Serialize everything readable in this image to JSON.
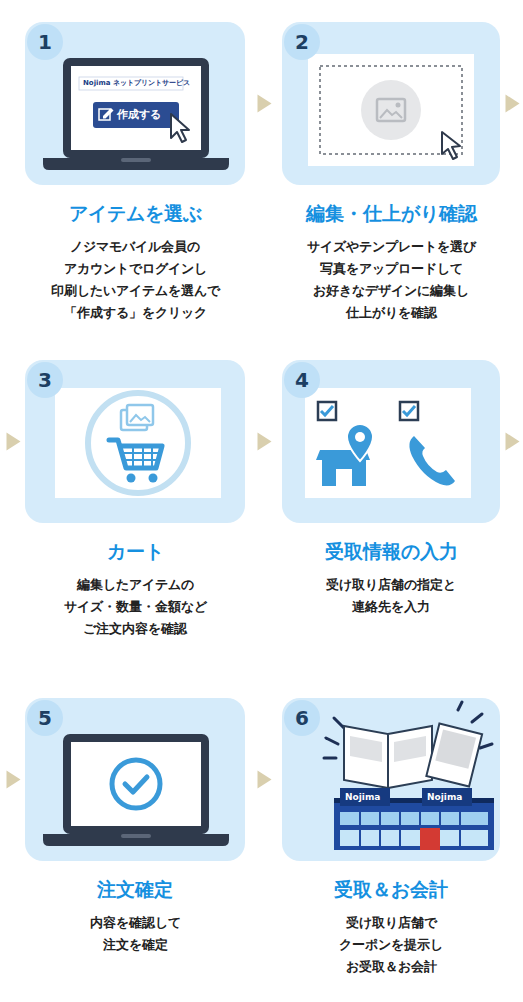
{
  "diagram": {
    "nodes": [
      {
        "text": [
          "1",
          "アイテムを選ぶ",
          "ノジマモバイル会員の アカウントでログインし 印刷したいアイテムを選んで 「作成する」をクリック"
        ]
      },
      {
        "text": [
          "2",
          "編集・仕上がり確認",
          "サイズやテンプレートを選び 写真をアップロードして お好きなデザインに編集し 仕上がりを確認"
        ]
      },
      {
        "text": [
          "3",
          "カート",
          "編集したアイテムの サイズ・数量・金額など ご注文内容を確認"
        ]
      },
      {
        "text": [
          "4",
          "受取情報の入力",
          "受け取り店舗の指定と 連絡先を入力"
        ]
      },
      {
        "text": [
          "5",
          "注文確定",
          "内容を確認して 注文を確定"
        ]
      },
      {
        "text": [
          "6",
          "受取＆お会計",
          "受け取り店舗で クーポンを提示し お受取＆お会計"
        ]
      }
    ],
    "edges": [
      {
        "from": 0,
        "to": 1,
        "arrow": "to"
      },
      {
        "from": 1,
        "to": 2,
        "arrow": "to"
      },
      {
        "from": 2,
        "to": 3,
        "arrow": "to"
      },
      {
        "from": 3,
        "to": 4,
        "arrow": "to"
      },
      {
        "from": 4,
        "to": 5,
        "arrow": "to"
      }
    ],
    "labels": [
      "Nojima ネットプリントサービス",
      "作成する",
      "Nojima",
      "Nojima"
    ]
  }
}
